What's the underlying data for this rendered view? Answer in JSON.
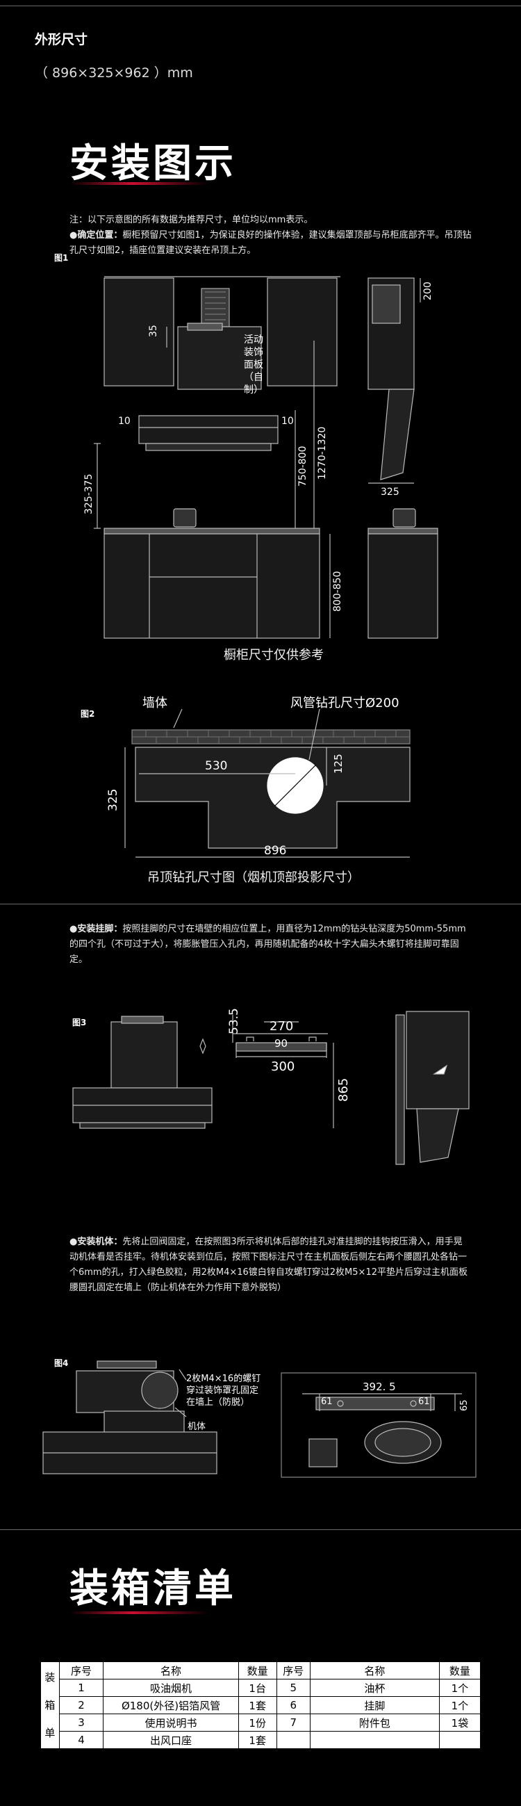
{
  "dimensions": {
    "title": "外形尺寸",
    "value": "（ 896×325×962 ）mm"
  },
  "install_section": {
    "title": "安装图示",
    "note": "注：以下示意图的所有数据为推荐尺寸，单位均以mm表示。",
    "step1_label": "●确定位置：",
    "step1_text": "橱柜预留尺寸如图1，为保证良好的操作体验，建议集烟罩顶部与吊柜底部齐平。吊顶钻孔尺寸如图2，插座位置建议安装在吊顶上方。",
    "fig1": {
      "label": "图1",
      "d35": "35",
      "panel_label": "活动装饰面板（自制）",
      "d10a": "10",
      "d10b": "10",
      "d750_800": "750-800",
      "d1270_1320": "1270-1320",
      "d325_375": "325-375",
      "d800_850": "800-850",
      "d200": "200",
      "d325": "325",
      "caption": "橱柜尺寸仅供参考"
    },
    "fig2": {
      "label": "图2",
      "wall": "墙体",
      "duct_hole": "风管钻孔尺寸Ø200",
      "d530": "530",
      "d125": "125",
      "d325": "325",
      "d896": "896",
      "caption": "吊顶钻孔尺寸图（烟机顶部投影尺寸）"
    },
    "step2_label": "●安装挂脚：",
    "step2_text": "按照挂脚的尺寸在墙壁的相应位置上，用直径为12mm的钻头钻深度为50mm-55mm的四个孔（不可过于大），将膨胀管压入孔内，再用随机配备的4枚十字大扁头木螺钉将挂脚可靠固定。",
    "fig3": {
      "label": "图3",
      "d53_5": "53.5",
      "d270": "270",
      "d90": "90",
      "d300": "300",
      "d865": "865"
    },
    "step3_label": "●安装机体：",
    "step3_text": "先将止回阀固定，在按照图3所示将机体后部的挂孔对准挂脚的挂钩按压滑入，用手晃动机体看是否挂牢。待机体安装到位后，按照下图标注尺寸在主机面板后侧左右两个腰圆孔处各钻一个6mm的孔，打入绿色胶粒，用2枚M4×16镀白锌自攻螺钉穿过2枚M5×12平垫片后穿过主机面板腰圆孔固定在墙上（防止机体在外力作用下意外脱钩）",
    "fig4": {
      "label": "图4",
      "callout": "2枚M4×16的螺钉穿过装饰罩孔固定在墙上（防脱）",
      "body": "机体",
      "d392_5": "392. 5",
      "d61a": "61",
      "d61b": "61",
      "d65": "65"
    }
  },
  "packing": {
    "title": "装箱清单",
    "side_label": [
      "装",
      "箱",
      "单"
    ],
    "headers": [
      "序号",
      "名称",
      "数量",
      "序号",
      "名称",
      "数量"
    ],
    "rows": [
      [
        "1",
        "吸油烟机",
        "1台",
        "5",
        "油杯",
        "1个"
      ],
      [
        "2",
        "Ø180(外径)铝箔风管",
        "1套",
        "6",
        "挂脚",
        "1个"
      ],
      [
        "3",
        "使用说明书",
        "1份",
        "7",
        "附件包",
        "1袋"
      ],
      [
        "4",
        "出风口座",
        "1套",
        "",
        "",
        ""
      ]
    ]
  },
  "colors": {
    "accent": "#c8102e",
    "background": "#000000",
    "line": "#6a6a6a"
  }
}
